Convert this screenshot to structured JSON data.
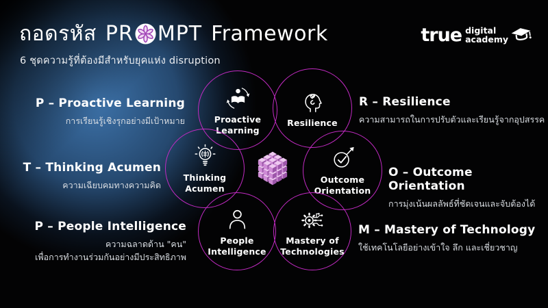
{
  "header": {
    "title_prefix_thai": "ถอดรหัส",
    "title_pr": "PR",
    "title_mpt": "MPT",
    "title_suffix": "Framework",
    "subtitle": "6 ชุดความรู้ที่ต้องมีสำหรับยุคแห่ง disruption"
  },
  "logo": {
    "brand": "true",
    "sub_top": "digital",
    "sub_bottom": "academy"
  },
  "circles": [
    {
      "icon": "reader-sync-icon",
      "label_lines": [
        "Proactive",
        "Learning"
      ]
    },
    {
      "icon": "resilient-mind-icon",
      "label_lines": [
        "Resilience"
      ]
    },
    {
      "icon": "bulb-brain-icon",
      "label_lines": [
        "Thinking",
        "Acumen"
      ]
    },
    {
      "icon": "target-check-icon",
      "label_lines": [
        "Outcome",
        "Orientation"
      ]
    },
    {
      "icon": "person-icon",
      "label_lines": [
        "People",
        "Intelligence"
      ]
    },
    {
      "icon": "gear-circuit-icon",
      "label_lines": [
        "Mastery of",
        "Technologies"
      ]
    }
  ],
  "left_items": [
    {
      "heading": "P – Proactive Learning",
      "desc_lines": [
        "การเรียนรู้เชิงรุกอย่างมีเป้าหมาย"
      ]
    },
    {
      "heading": "T – Thinking Acumen",
      "desc_lines": [
        "ความเฉียบคมทางความคิด"
      ]
    },
    {
      "heading": "P – People Intelligence",
      "desc_lines": [
        "ความฉลาดด้าน \"คน\"",
        "เพื่อการทำงานร่วมกันอย่างมีประสิทธิภาพ"
      ]
    }
  ],
  "right_items": [
    {
      "heading": "R – Resilience",
      "desc_lines": [
        "ความสามารถในการปรับตัวและเรียนรู้จากอุปสรรค"
      ]
    },
    {
      "heading": "O – Outcome Orientation",
      "desc_lines": [
        "การมุ่งเน้นผลลัพธ์ที่ชัดเจนและจับต้องได้"
      ]
    },
    {
      "heading": "M – Mastery of Technology",
      "desc_lines": [
        "ใช้เทคโนโลยีอย่างเข้าใจ ลึก และเชี่ยวชาญ"
      ]
    }
  ],
  "colors": {
    "accent_magenta": "#c22bc3",
    "glow_blue": "#3e74ac",
    "flower_purple": "#a347b8",
    "cube_top": "#eec9f0",
    "cube_left": "#cf8bd6",
    "cube_right": "#9d56aa"
  }
}
